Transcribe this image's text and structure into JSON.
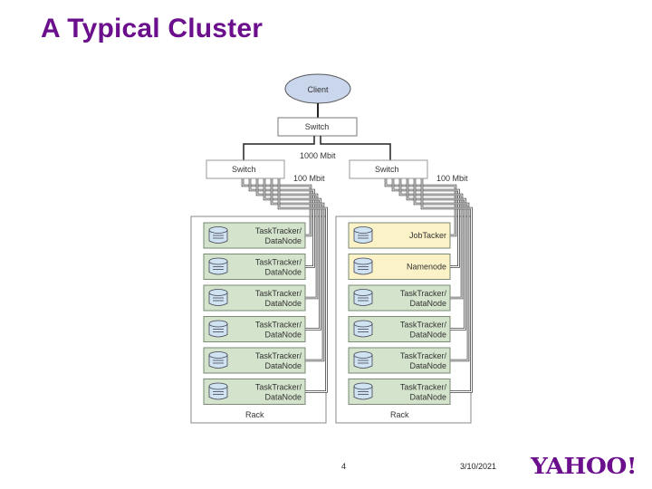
{
  "slide": {
    "title": "A Typical Cluster",
    "page_number": "4",
    "date": "3/10/2021",
    "logo_text": "YAHOO!"
  },
  "diagram": {
    "client": {
      "label": "Client",
      "fill": "#c9d6ec"
    },
    "core_switch": {
      "label": "Switch"
    },
    "uplink_label": "1000 Mbit",
    "racks": [
      {
        "label": "Rack",
        "switch_label": "Switch",
        "link_label": "100 Mbit",
        "nodes": [
          {
            "line1": "TaskTracker/",
            "line2": "DataNode",
            "type": "worker"
          },
          {
            "line1": "TaskTracker/",
            "line2": "DataNode",
            "type": "worker"
          },
          {
            "line1": "TaskTracker/",
            "line2": "DataNode",
            "type": "worker"
          },
          {
            "line1": "TaskTracker/",
            "line2": "DataNode",
            "type": "worker"
          },
          {
            "line1": "TaskTracker/",
            "line2": "DataNode",
            "type": "worker"
          },
          {
            "line1": "TaskTracker/",
            "line2": "DataNode",
            "type": "worker"
          }
        ]
      },
      {
        "label": "Rack",
        "switch_label": "Switch",
        "link_label": "100 Mbit",
        "nodes": [
          {
            "line1": "",
            "line2": "JobTacker",
            "type": "master"
          },
          {
            "line1": "",
            "line2": "Namenode",
            "type": "master"
          },
          {
            "line1": "TaskTracker/",
            "line2": "DataNode",
            "type": "worker"
          },
          {
            "line1": "TaskTracker/",
            "line2": "DataNode",
            "type": "worker"
          },
          {
            "line1": "TaskTracker/",
            "line2": "DataNode",
            "type": "worker"
          },
          {
            "line1": "TaskTracker/",
            "line2": "DataNode",
            "type": "worker"
          }
        ]
      }
    ],
    "colors": {
      "worker_fill": "#d4e3cc",
      "master_fill": "#fbf2c8",
      "node_border": "#7a8a74",
      "disk_fill": "#cfe3f2",
      "title": "#6b0f8c"
    }
  }
}
